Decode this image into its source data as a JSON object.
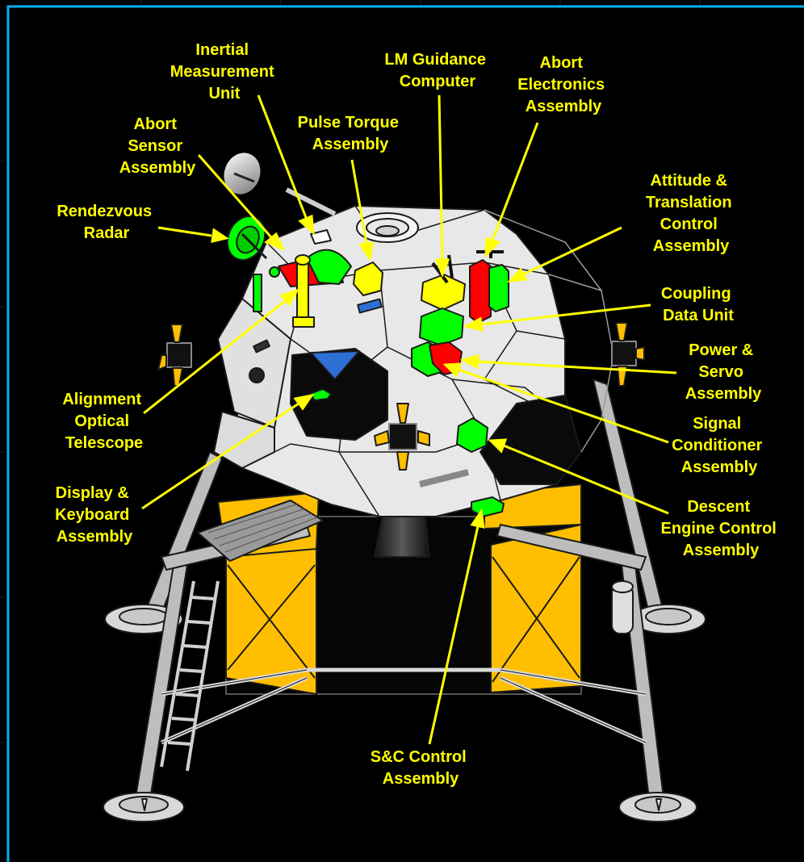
{
  "colors": {
    "background": "#000000",
    "border": "#00b0f0",
    "label": "#ffff00",
    "leader": "#ffff00",
    "body": "#e8e8e8",
    "outline": "#1a1a1a",
    "foil": "#ffbf00",
    "component_green": "#00ff00",
    "component_red": "#ff0000",
    "component_yellow": "#ffff00",
    "window_blue": "#2e6fd6",
    "nozzle": "#3a3a3a"
  },
  "labels": {
    "inertial_measurement_unit": [
      "Inertial",
      "Measurement",
      "Unit"
    ],
    "lm_guidance_computer": [
      "LM Guidance",
      "Computer"
    ],
    "abort_electronics_assembly": [
      "Abort",
      "Electronics",
      "Assembly"
    ],
    "abort_sensor_assembly": [
      "Abort",
      "Sensor",
      "Assembly"
    ],
    "pulse_torque_assembly": [
      "Pulse Torque",
      "Assembly"
    ],
    "rendezvous_radar": [
      "Rendezvous",
      "Radar"
    ],
    "attitude_translation_control_assembly": [
      "Attitude &",
      "Translation",
      "Control",
      "Assembly"
    ],
    "coupling_data_unit": [
      "Coupling",
      "Data Unit"
    ],
    "power_servo_assembly": [
      "Power &",
      "Servo",
      "Assembly"
    ],
    "signal_conditioner_assembly": [
      "Signal",
      "Conditioner",
      "Assembly"
    ],
    "alignment_optical_telescope": [
      "Alignment",
      "Optical",
      "Telescope"
    ],
    "display_keyboard_assembly": [
      "Display &",
      "Keyboard",
      "Assembly"
    ],
    "descent_engine_control_assembly": [
      "Descent",
      "Engine Control",
      "Assembly"
    ],
    "sc_control_assembly": [
      "S&C Control",
      "Assembly"
    ]
  }
}
